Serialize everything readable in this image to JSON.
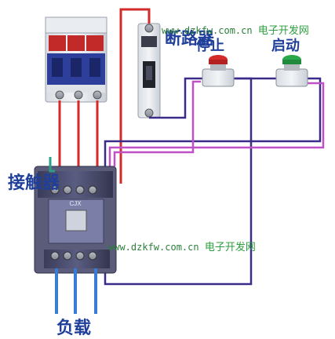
{
  "labels": {
    "breaker": "断路器",
    "stop": "停止",
    "start": "启动",
    "contactor": "接触器",
    "load": "负载"
  },
  "watermark_top": {
    "url": "www.dzkfw.com.cn",
    "site": "电子开发网"
  },
  "watermark_mid": {
    "url": "www.dzkfw.com.cn",
    "site": "电子开发网"
  },
  "device_marks": {
    "cjx": "CJX"
  },
  "colors": {
    "label": "#1f3f9a",
    "watermark": "#2c9e3e",
    "wire_red": "#d32a2a",
    "wire_dark": "#3a2a8a",
    "wire_magenta": "#c050c8",
    "wire_blue": "#3a7bd5",
    "wire_teal": "#2aa08a",
    "stop_button": "#d52b2b",
    "start_button": "#2aa74a",
    "contactor_body": "#4a4c6e"
  }
}
